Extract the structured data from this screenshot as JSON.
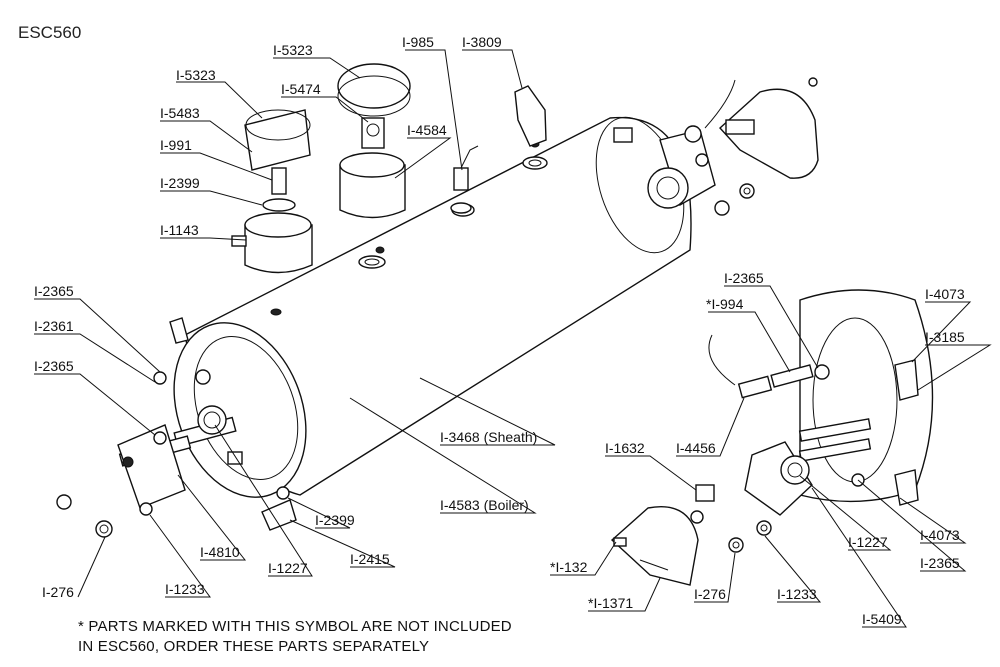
{
  "title": "ESC560",
  "labels": {
    "i5323a": "I-5323",
    "i5323b": "I-5323",
    "i5474": "I-5474",
    "i985": "I-985",
    "i3809": "I-3809",
    "i5483": "I-5483",
    "i4584": "I-4584",
    "i991": "I-991",
    "i2399a": "I-2399",
    "i1143": "I-1143",
    "i2365a": "I-2365",
    "i2361": "I-2361",
    "i2365b": "I-2365",
    "i3468": "I-3468 (Sheath)",
    "i4583": "I-4583 (Boiler)",
    "i2399b": "I-2399",
    "i2415": "I-2415",
    "i4810": "I-4810",
    "i1227a": "I-1227",
    "i276a": "I-276",
    "i1233a": "I-1233",
    "i2365c": "I-2365",
    "i994": "*I-994",
    "i4073a": "I-4073",
    "i3185": "I-3185",
    "i1632": "I-1632",
    "i4456": "I-4456",
    "i1227b": "I-1227",
    "i4073b": "I-4073",
    "i2365d": "I-2365",
    "i132": "*I-132",
    "i1371": "*I-1371",
    "i276b": "I-276",
    "i1233b": "I-1233",
    "i5409": "I-5409"
  },
  "note": {
    "line1": "* PARTS MARKED WITH THIS SYMBOL ARE NOT INCLUDED",
    "line2": "IN ESC560, ORDER THESE PARTS SEPARATELY"
  }
}
